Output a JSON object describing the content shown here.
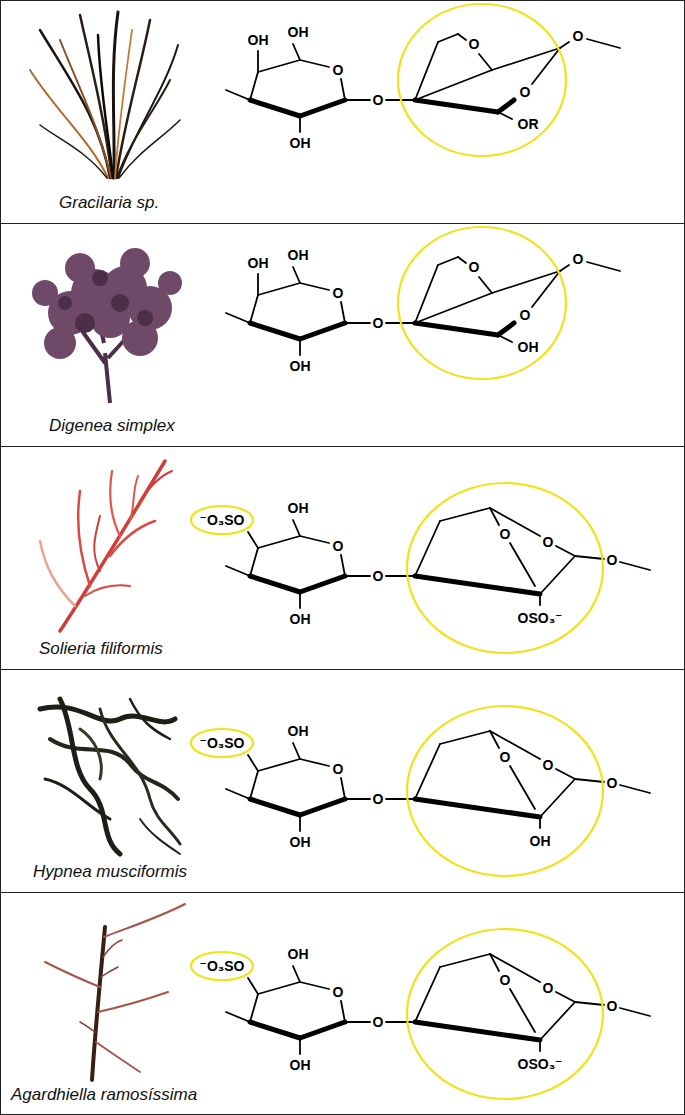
{
  "diagram": {
    "nodes": [
      {
        "text": [
          "Gracilaria sp."
        ]
      },
      {
        "text": [
          "Digenea simplex"
        ]
      },
      {
        "text": [
          "Solieria filiformis"
        ]
      },
      {
        "text": [
          "Hypnea musciformis"
        ]
      },
      {
        "text": [
          "Agardhiella ramosíssima"
        ]
      }
    ],
    "labels": [
      "OH",
      "OH",
      "O",
      "OH",
      "O",
      "O",
      "O",
      "OR",
      "O",
      "OH",
      "OH",
      "O",
      "OH",
      "O",
      "O",
      "O",
      "OH",
      "O",
      "⁻O₃SO",
      "OH",
      "O",
      "OH",
      "O",
      "O",
      "O",
      "O",
      "OSO₃⁻",
      "⁻O₃SO",
      "OH",
      "O",
      "OH",
      "O",
      "O",
      "O",
      "O",
      "OH",
      "⁻O₃SO",
      "OH",
      "O",
      "OH",
      "O",
      "O",
      "O",
      "O",
      "OSO₃⁻"
    ]
  }
}
